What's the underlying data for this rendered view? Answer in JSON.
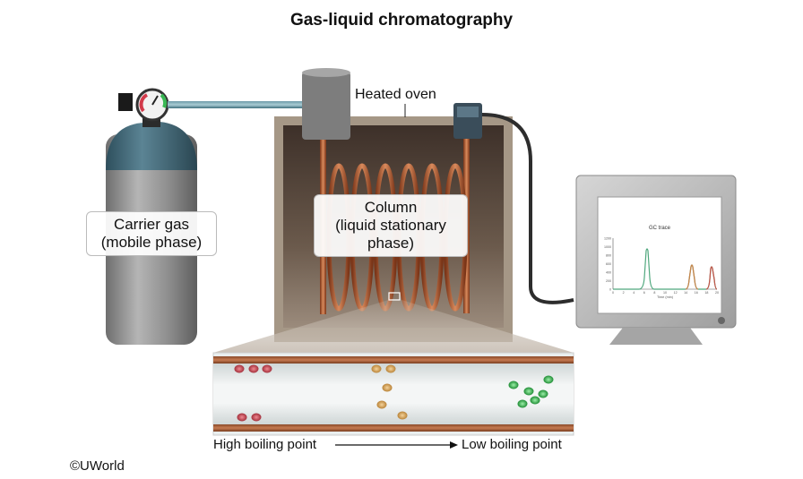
{
  "title": "Gas-liquid chromatography",
  "labels": {
    "carrier_gas_line1": "Carrier gas",
    "carrier_gas_line2": "(mobile phase)",
    "heated_oven": "Heated oven",
    "column_line1": "Column",
    "column_line2": "(liquid stationary",
    "column_line3": "phase)",
    "high_bp": "High boiling point",
    "low_bp": "Low boiling point",
    "copyright": "©UWorld"
  },
  "monitor": {
    "trace_title": "GC trace",
    "y_ticks": [
      "1200",
      "1000",
      "800",
      "600",
      "400",
      "200",
      "0"
    ],
    "x_ticks": [
      "0",
      "2",
      "4",
      "6",
      "8",
      "10",
      "12",
      "14",
      "16",
      "18",
      "20"
    ],
    "x_label": "Time (min)"
  },
  "colors": {
    "tank": "#8e8e8e",
    "tank_top": "#3b6271",
    "oven": "#a09282",
    "oven_inner": "#5c4b3e",
    "coil": "#b8643a",
    "peak_green": "#4fa77d",
    "peak_red": "#c2564a",
    "peak_orange": "#c8844a",
    "ball_red": "#c24a55",
    "ball_orange": "#d8a055",
    "ball_green": "#3eb855"
  }
}
